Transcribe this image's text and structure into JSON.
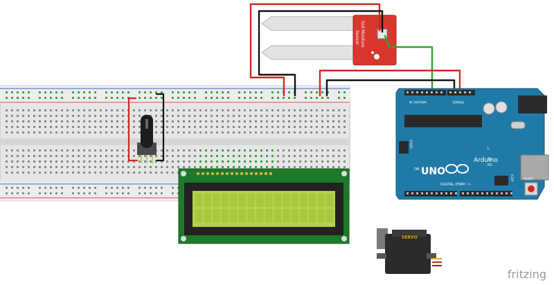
{
  "sensor": {
    "label_line1": "Soil Moisture",
    "label_line2": "Sensor"
  },
  "arduino": {
    "brand": "Arduino",
    "model": "UNO",
    "digital_label": "DIGITAL (PWM ~)",
    "analog_label": "ANALOG IN",
    "power_label": "POWER",
    "reset_label": "RESET",
    "icsp_label": "ICSP",
    "icsp2_label": "ICSP2",
    "on_label": "ON",
    "tx_label": "TX",
    "rx_label": "RX",
    "l_label": "L"
  },
  "servo": {
    "label": "SERVO"
  },
  "watermark": "fritzing",
  "colors": {
    "wire_red": "#cc2a1f",
    "wire_black": "#111111",
    "wire_green": "#2aa52a",
    "arduino_body": "#1f7aa8",
    "sensor_body": "#d8372e",
    "lcd_pcb": "#1d7a2a",
    "lcd_screen": "#b6d24a",
    "breadboard": "#e8e8e8"
  }
}
